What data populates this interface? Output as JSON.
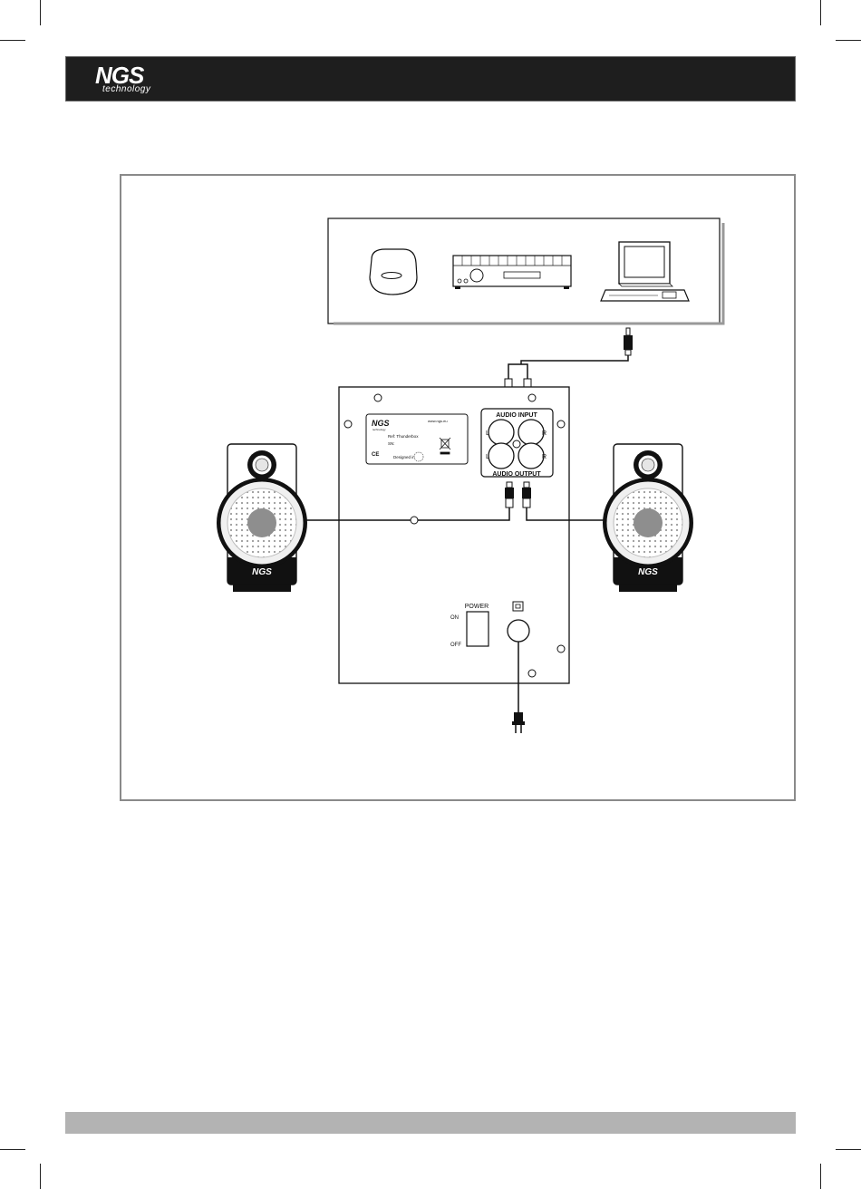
{
  "brand": {
    "logo_main": "NGS",
    "logo_sub": "technology"
  },
  "rear_panel": {
    "audio_input_label": "AUDIO INPUT",
    "audio_output_label": "AUDIO OUTPUT",
    "left_label": "L",
    "right_label": "R",
    "power_label": "POWER",
    "on_label": "ON",
    "off_label": "OFF"
  },
  "product_label": {
    "brand": "NGS",
    "brand_sub": "technology",
    "website": "www.ngs.eu",
    "model_line": "Ref: Thunderbox",
    "sn_line": "SN:",
    "ce_mark": "CE",
    "designed_in": "Designed in"
  },
  "speaker_left": {
    "brand": "NGS"
  },
  "speaker_right": {
    "brand": "NGS"
  },
  "colors": {
    "header_bg": "#1e1e1e",
    "footer_bg": "#b3b3b3",
    "frame_border": "#8a8a8a",
    "line": "#111111"
  }
}
